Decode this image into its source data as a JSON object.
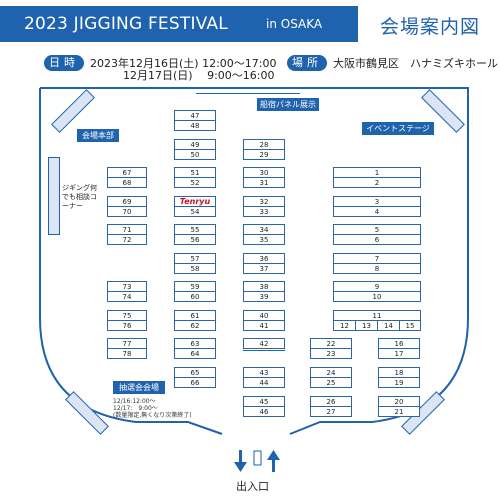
{
  "header": {
    "title": "2023 JIGGING FESTIVAL",
    "city": "in OSAKA",
    "map_title": "会場案内図"
  },
  "info": {
    "date_label": "日時",
    "date_line1": "2023年12月16日(土) 12:00～17:00",
    "date_line2": "12月17日(日)　 9:00～16:00",
    "place_label": "場所",
    "place_value": "大阪市鶴見区　ハナミズキホール"
  },
  "areas": {
    "hq": "会場本部",
    "boat_panel": "船宿パネル展示",
    "event_stage": "イベントステージ",
    "consult_corner": "ジギング何でも相談コーナー",
    "lottery": "抽選会会場",
    "lottery_note1": "12/16:12:00～",
    "lottery_note2": "12/17:　9:00～",
    "lottery_note3": "(数量限定,無くなり次第終了)",
    "entrance": "出入口"
  },
  "sponsor": {
    "name": "Tenryu"
  },
  "colors": {
    "brand": "#1f62ad",
    "booth_border": "#2d63a8",
    "pillar_fill": "#dbe5f5"
  },
  "booths": {
    "b1": "1",
    "b2": "2",
    "b3": "3",
    "b4": "4",
    "b5": "5",
    "b6": "6",
    "b7": "7",
    "b8": "8",
    "b9": "9",
    "b10": "10",
    "b11": "11",
    "b12": "12",
    "b13": "13",
    "b14": "14",
    "b15": "15",
    "b16": "16",
    "b17": "17",
    "b18": "18",
    "b19": "19",
    "b20": "20",
    "b21": "21",
    "b22": "22",
    "b23": "23",
    "b24": "24",
    "b25": "25",
    "b26": "26",
    "b27": "27",
    "b28": "28",
    "b29": "29",
    "b30": "30",
    "b31": "31",
    "b32": "32",
    "b33": "33",
    "b34": "34",
    "b35": "35",
    "b36": "36",
    "b37": "37",
    "b38": "38",
    "b39": "39",
    "b40": "40",
    "b41": "41",
    "b42": "42",
    "b43": "43",
    "b44": "44",
    "b45": "45",
    "b46": "46",
    "b47": "47",
    "b48": "48",
    "b49": "49",
    "b50": "50",
    "b51": "51",
    "b52": "52",
    "b54": "54",
    "b55": "55",
    "b56": "56",
    "b57": "57",
    "b58": "58",
    "b59": "59",
    "b60": "60",
    "b61": "61",
    "b62": "62",
    "b63": "63",
    "b64": "64",
    "b65": "65",
    "b66": "66",
    "b67": "67",
    "b68": "68",
    "b69": "69",
    "b70": "70",
    "b71": "71",
    "b72": "72",
    "b73": "73",
    "b74": "74",
    "b75": "75",
    "b76": "76",
    "b77": "77",
    "b78": "78"
  }
}
